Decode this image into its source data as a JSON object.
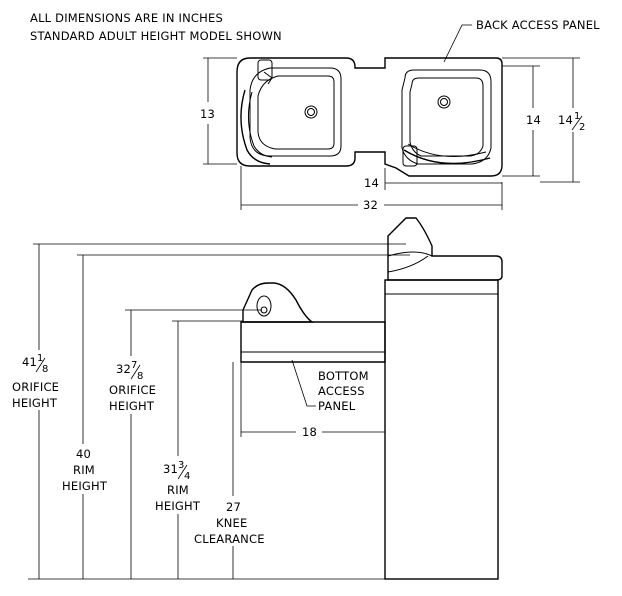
{
  "notes": {
    "line1": "ALL DIMENSIONS ARE IN INCHES",
    "line2": "STANDARD ADULT HEIGHT MODEL SHOWN"
  },
  "top_view": {
    "back_access_panel": "BACK ACCESS PANEL",
    "dim_13": "13",
    "dim_14_depth": "14",
    "dim_14_half_whole": "14",
    "dim_14_half_frac_num": "1",
    "dim_14_half_frac_den": "2",
    "dim_14_width": "14",
    "dim_32": "32"
  },
  "side_view": {
    "orifice_high_whole": "41",
    "orifice_high_num": "1",
    "orifice_high_den": "8",
    "orifice_high_l1": "ORIFICE",
    "orifice_high_l2": "HEIGHT",
    "rim_high_value": "40",
    "rim_high_l1": "RIM",
    "rim_high_l2": "HEIGHT",
    "orifice_low_whole": "32",
    "orifice_low_num": "7",
    "orifice_low_den": "8",
    "orifice_low_l1": "ORIFICE",
    "orifice_low_l2": "HEIGHT",
    "rim_low_whole": "31",
    "rim_low_num": "3",
    "rim_low_den": "4",
    "rim_low_l1": "RIM",
    "rim_low_l2": "HEIGHT",
    "knee_value": "27",
    "knee_l1": "KNEE",
    "knee_l2": "CLEARANCE",
    "bottom_panel_l1": "BOTTOM",
    "bottom_panel_l2": "ACCESS",
    "bottom_panel_l3": "PANEL",
    "dim_18": "18"
  }
}
